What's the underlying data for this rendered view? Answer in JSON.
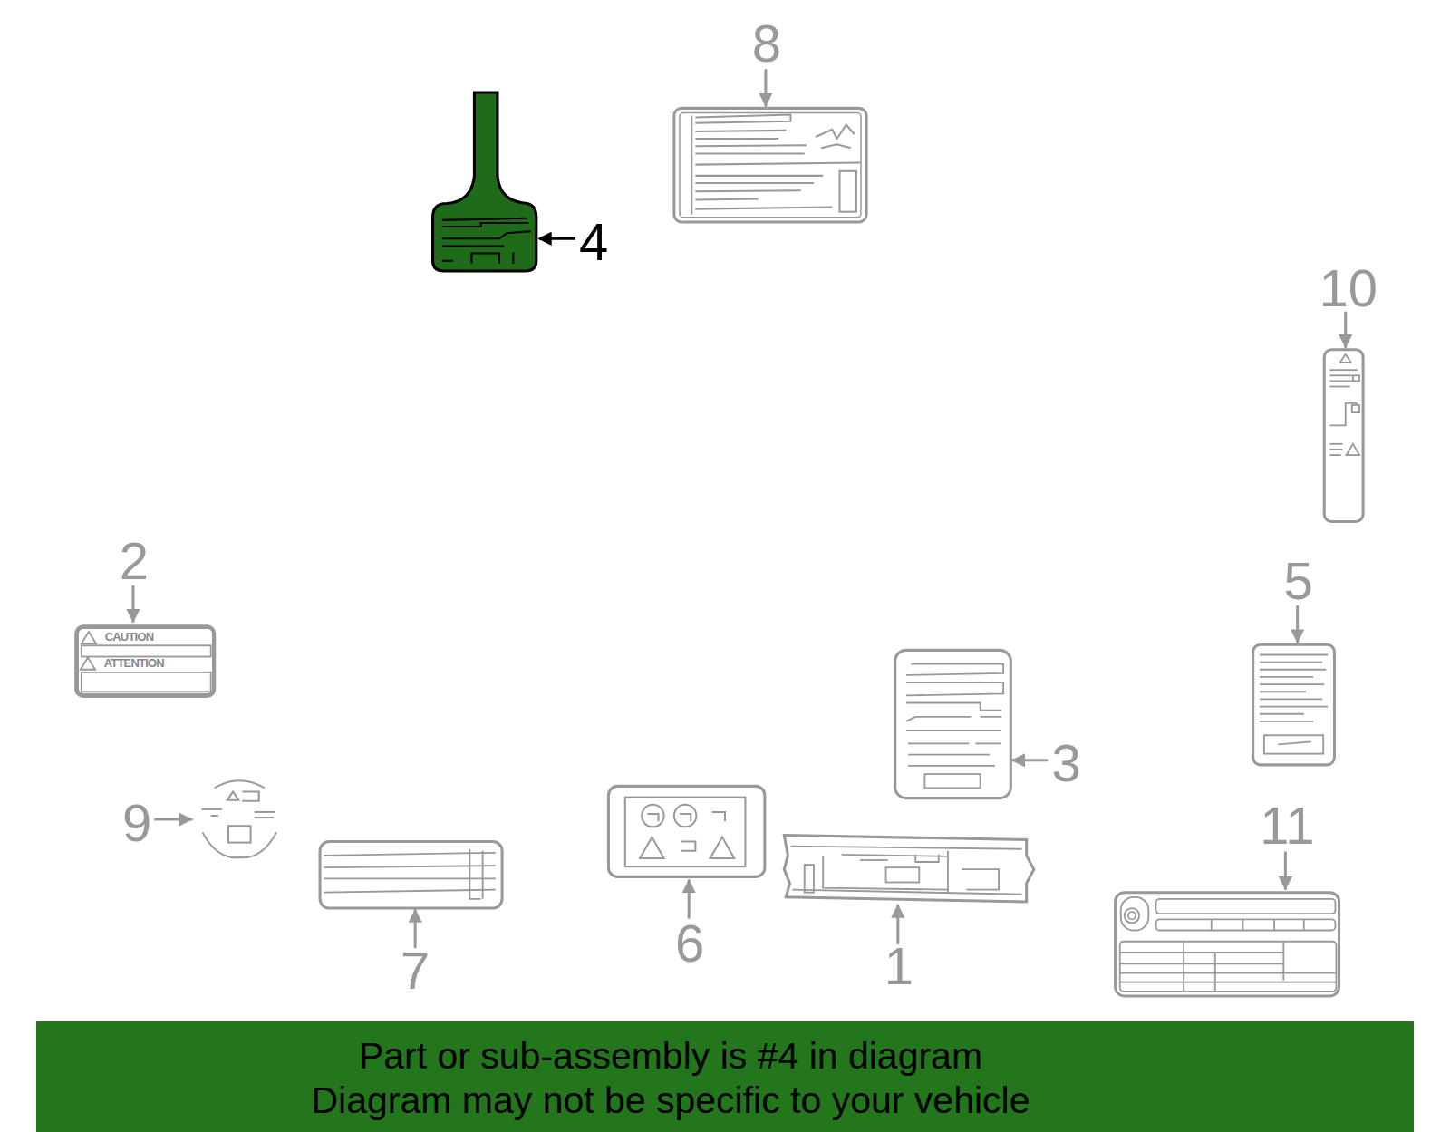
{
  "diagram": {
    "nodes": [
      {
        "text": [
          "CAUTION",
          "ATTENTION"
        ]
      },
      {
        "text": [
          "Part or sub-assembly is #4 in diagram",
          "Diagram may not be specific to your vehicle"
        ]
      }
    ],
    "labels": [
      "8",
      "4",
      "10",
      "2",
      "5",
      "3",
      "9",
      "11",
      "6",
      "1",
      "7"
    ]
  }
}
